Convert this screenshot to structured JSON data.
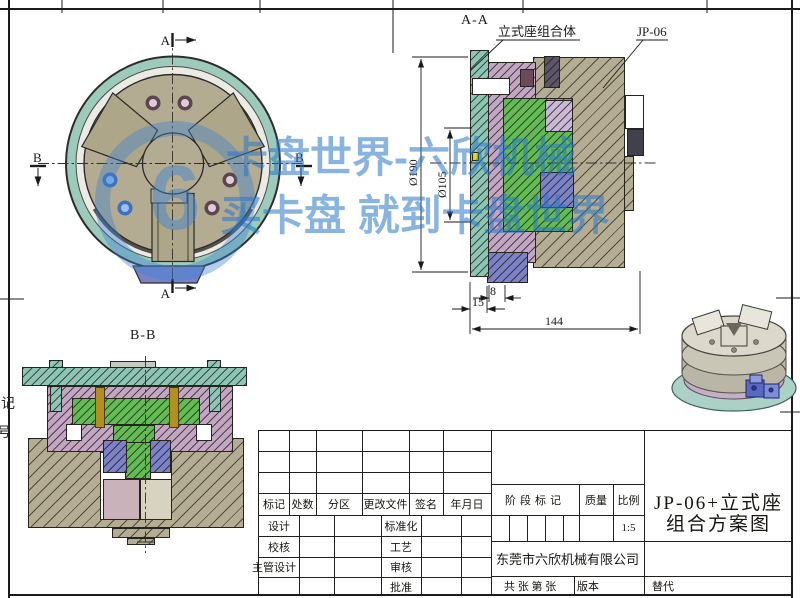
{
  "palette": {
    "teal": "#8ec6b6",
    "mauve": "#c3a6c3",
    "green": "#62bb55",
    "tan": "#b5ad93",
    "blue_violet": "#7b82c8",
    "gold": "#b29020",
    "watermark_blue": "#3482d0"
  },
  "wm": {
    "line1": "卡盘世界-六欣机械",
    "line2": "买卡盘 就到卡盘世界",
    "logo": "6"
  },
  "front": {
    "a_top": "A",
    "a_bottom": "A",
    "b_left": "B",
    "b_right": "B"
  },
  "aa": {
    "label": "A-A",
    "seat": "立式座组合体",
    "chuck": "JP-06",
    "d190": "Ø190",
    "d105": "Ø105",
    "d8": "8",
    "d15": "15",
    "d144": "144"
  },
  "bb": {
    "label": "B-B"
  },
  "edges": {
    "m1": "记",
    "m2": "号"
  },
  "tb": {
    "h": [
      "标记",
      "处数",
      "分区",
      "更改文件",
      "签名",
      "年月日"
    ],
    "r1l": "设计",
    "r1r": "标准化",
    "r2l": "校核",
    "r2r": "工艺",
    "r3l": "主管设计",
    "r3r": "审核",
    "r4r": "批准",
    "stage": "阶段标记",
    "mass": "质量",
    "scale": "比例",
    "scalev": "1:5",
    "company": "东莞市六欣机械有限公司",
    "t1": "JP-06+立式座",
    "t2": "组合方案图",
    "sheets": "共  张  第  张",
    "version": "版本",
    "replace": "替代"
  }
}
